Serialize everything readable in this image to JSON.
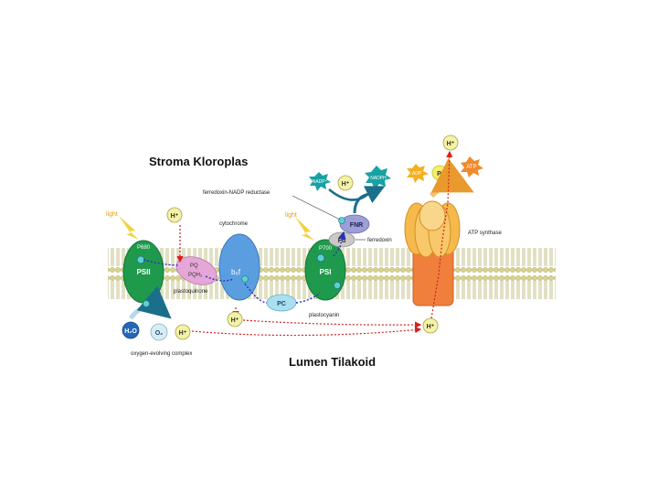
{
  "titles": {
    "stroma": "Stroma Kloroplas",
    "lumen": "Lumen Tilakoid"
  },
  "light": {
    "left": "light",
    "right": "light"
  },
  "ions": {
    "h_plus": "H⁺",
    "e_minus": "e⁻"
  },
  "complexes": {
    "psii": "PSII",
    "p680": "P680",
    "psi": "PSI",
    "p700": "P700",
    "pq": "PQ",
    "pqh2": "PQH₂",
    "b6f": "b₆f",
    "pc": "PC",
    "fd": "Fd",
    "fnr": "FNR"
  },
  "labels": {
    "plastoquinone": "plastoquinone",
    "cytochrome": "cytochrome",
    "plastocyanin": "plastocyanin",
    "ferredoxin": "ferredoxin",
    "fnr_full": "ferredoxin-NADP reductase",
    "atp_synthase": "ATP synthase",
    "oxygen_evolving": "oxygen-evolving complex"
  },
  "molecules": {
    "nadp": "NADP⁺",
    "nadph": "NADPH",
    "adp": "ADP",
    "pi": "Pᵢ",
    "atp": "ATP",
    "h2o": "H₂O",
    "o2": "O₂"
  },
  "colors": {
    "membrane_head": "#d9d48a",
    "membrane_tail": "#b7b16a",
    "photosystem": "#1f9a4c",
    "cytochrome": "#5b9ee0",
    "plastoquinone": "#e6a6d8",
    "plastocyanin": "#a9dff0",
    "fnr": "#9b9fd6",
    "fd": "#c9c9c9",
    "atp_synthase_top": "#f5b94c",
    "atp_synthase_stalk": "#f07f3c",
    "h_plus_fill": "#f4f2a4",
    "proton_path": "#d81f1f",
    "electron_path": "#2a2fbf",
    "nadp_star": "#17a2a3",
    "atp_star": "#f08a2c",
    "adp_star": "#f5b020",
    "light_bolt": "#f5d040"
  },
  "icons": {
    "light": "lightning-bolt-icon",
    "hplus": "proton-circle-icon",
    "electron": "electron-circle-icon"
  }
}
